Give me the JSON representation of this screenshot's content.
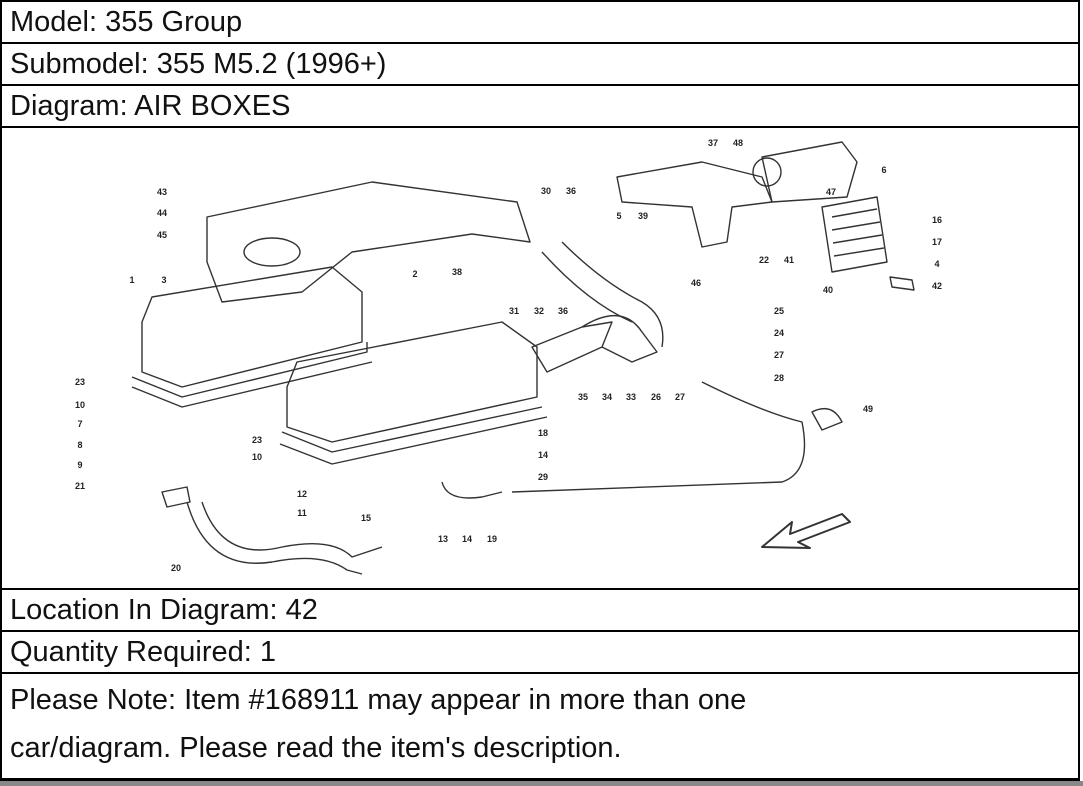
{
  "model": "Model: 355 Group",
  "submodel": "Submodel: 355 M5.2 (1996+)",
  "diagram_title": "Diagram: AIR BOXES",
  "diagram": {
    "callouts": [
      "43",
      "44",
      "45",
      "1",
      "3",
      "2",
      "38",
      "30",
      "36",
      "5",
      "39",
      "37",
      "48",
      "6",
      "47",
      "16",
      "17",
      "4",
      "42",
      "40",
      "22",
      "41",
      "46",
      "25",
      "24",
      "27",
      "28",
      "49",
      "31",
      "32",
      "36",
      "35",
      "34",
      "33",
      "26",
      "27",
      "23",
      "10",
      "7",
      "8",
      "9",
      "21",
      "23",
      "10",
      "18",
      "14",
      "29",
      "12",
      "11",
      "15",
      "13",
      "14",
      "19",
      "20"
    ]
  },
  "location": "Location In Diagram: 42",
  "quantity": "Quantity Required: 1",
  "note_line1": "Please Note: Item #168911 may appear in more than one",
  "note_line2": "car/diagram. Please read the item's description."
}
